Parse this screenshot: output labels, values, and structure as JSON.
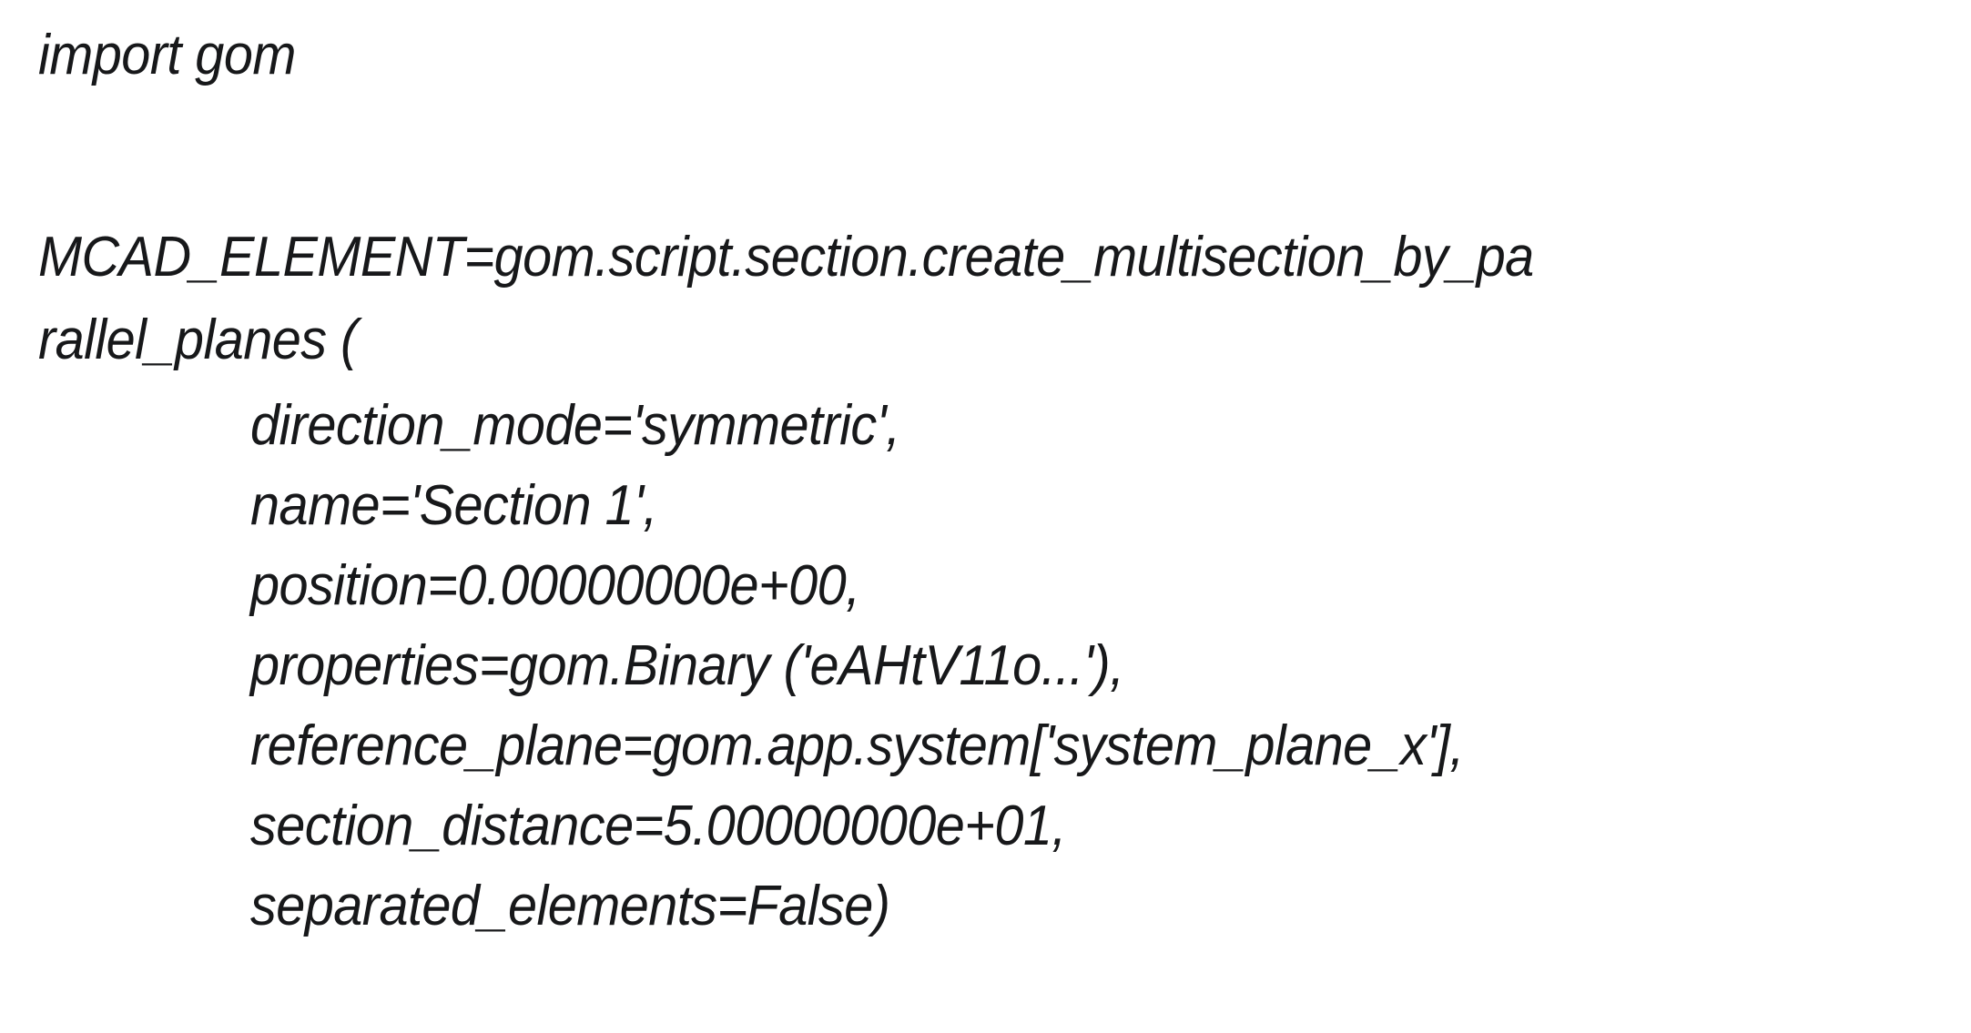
{
  "document": {
    "kind": "code-snippet",
    "language": "python",
    "background_color": "#ffffff",
    "text_color": "#17181a"
  },
  "code": {
    "lines": [
      {
        "id": "import",
        "indent": 0,
        "text": "import gom"
      },
      {
        "id": "blank",
        "indent": 0,
        "text": ""
      },
      {
        "id": "assign",
        "indent": 0,
        "text": "MCAD_ELEMENT=gom.script.section.create_multisection_by_pa"
      },
      {
        "id": "assign_wrap",
        "indent": 0,
        "text": "rallel_planes ("
      },
      {
        "id": "param_direction_mode",
        "indent": 1,
        "text": "direction_mode='symmetric',"
      },
      {
        "id": "param_name",
        "indent": 1,
        "text": "name='Section 1',"
      },
      {
        "id": "param_position",
        "indent": 1,
        "text": "position=0.00000000e+00,"
      },
      {
        "id": "param_properties",
        "indent": 1,
        "text": "properties=gom.Binary ('eAHtV11o...'),"
      },
      {
        "id": "param_reference_plane",
        "indent": 1,
        "text": "reference_plane=gom.app.system['system_plane_x'],"
      },
      {
        "id": "param_section_distance",
        "indent": 1,
        "text": "section_distance=5.00000000e+01,"
      },
      {
        "id": "param_separated_elements",
        "indent": 1,
        "text": "separated_elements=False)"
      }
    ],
    "statement": {
      "import_module": "gom",
      "variable": "MCAD_ELEMENT",
      "function": "gom.script.section.create_multisection_by_parallel_planes",
      "parameters": [
        {
          "key": "direction_mode",
          "value": "'symmetric'"
        },
        {
          "key": "name",
          "value": "'Section 1'"
        },
        {
          "key": "position",
          "value": "0.00000000e+00"
        },
        {
          "key": "properties",
          "value": "gom.Binary ('eAHtV11o...')"
        },
        {
          "key": "reference_plane",
          "value": "gom.app.system['system_plane_x']"
        },
        {
          "key": "section_distance",
          "value": "5.00000000e+01"
        },
        {
          "key": "separated_elements",
          "value": "False"
        }
      ]
    }
  }
}
